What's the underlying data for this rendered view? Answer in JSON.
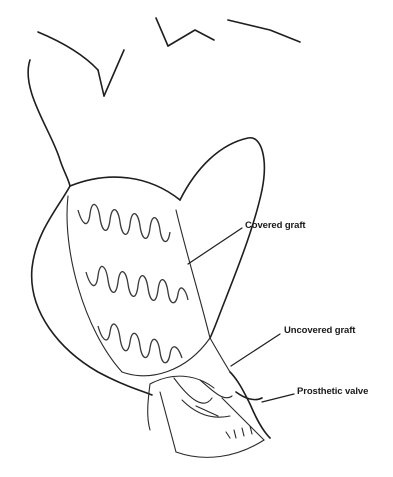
{
  "labels": {
    "covered_graft": "Covered graft",
    "uncovered_graft": "Uncovered graft",
    "prosthetic_valve": "Prosthetic valve"
  },
  "colors": {
    "line": "#1e1e1e",
    "background": "#ffffff"
  }
}
